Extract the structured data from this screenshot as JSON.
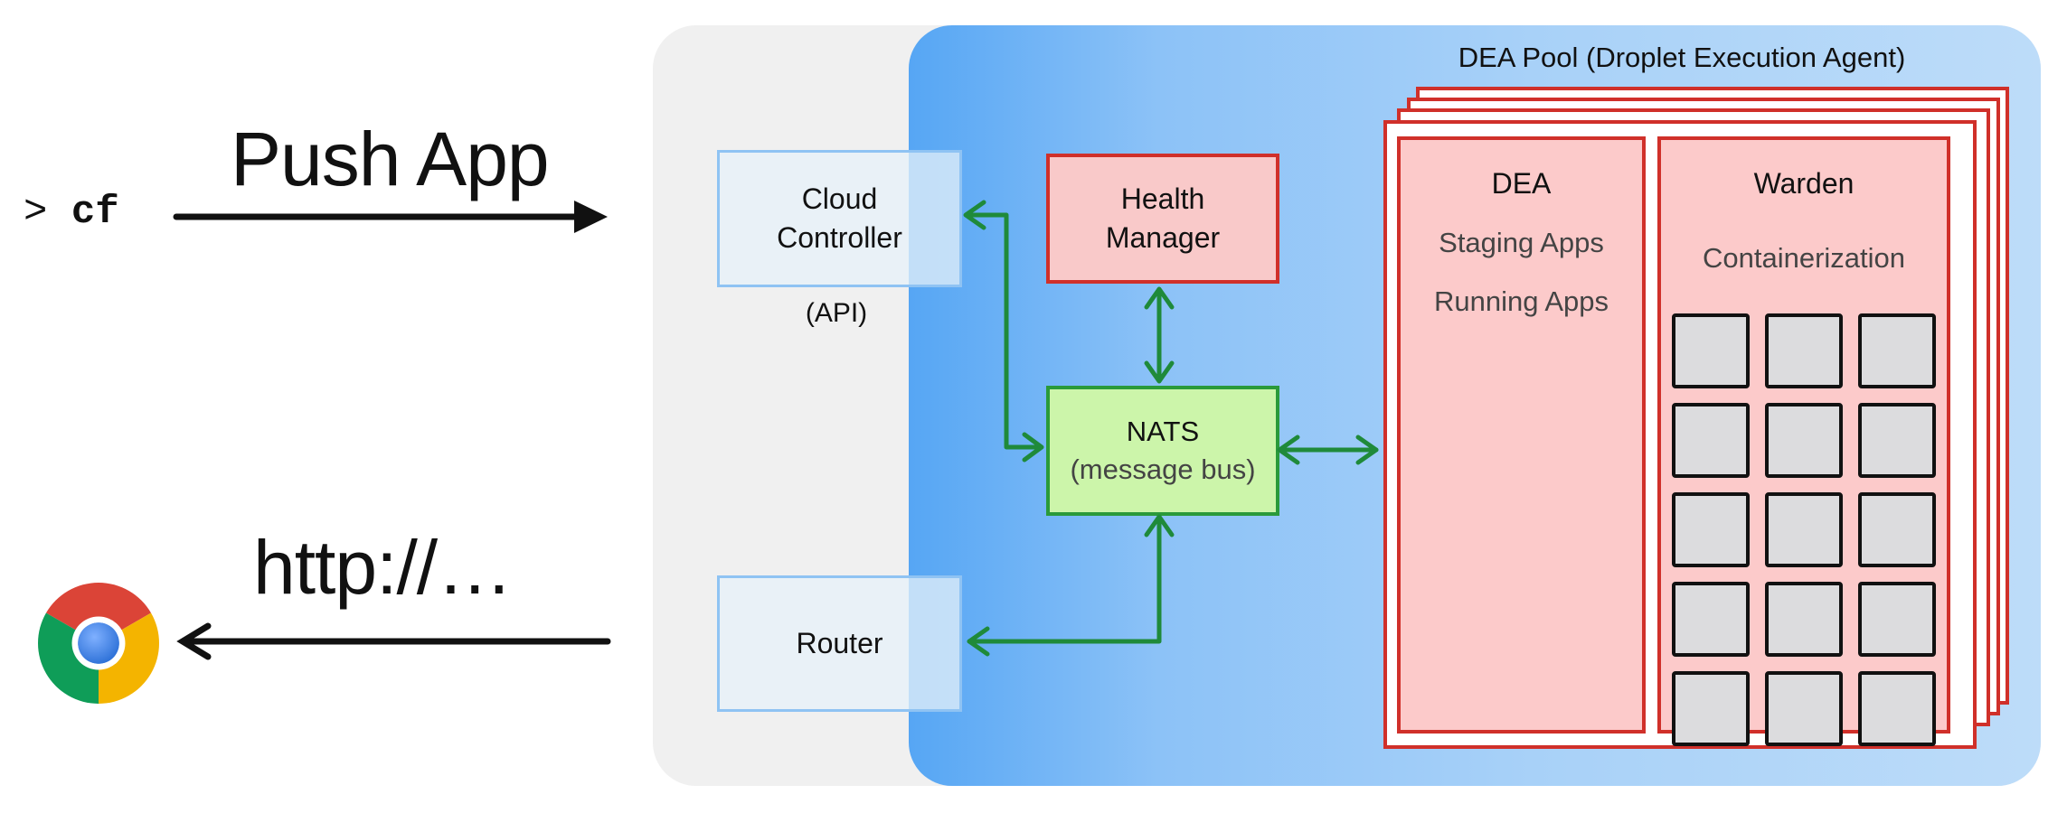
{
  "left": {
    "cli_prompt": ">",
    "cli_command": "cf",
    "push_label": "Push App",
    "http_label": "http://…",
    "browser_icon": "chrome-icon"
  },
  "components": {
    "cloud_controller": "Cloud Controller",
    "cloud_controller_sub": "(API)",
    "router": "Router",
    "health_manager": "Health Manager",
    "nats_title": "NATS",
    "nats_sub": "(message bus)"
  },
  "dea_pool": {
    "title": "DEA Pool (Droplet Execution Agent)",
    "dea": {
      "title": "DEA",
      "items": [
        "Staging Apps",
        "Running Apps"
      ]
    },
    "warden": {
      "title": "Warden",
      "subtitle": "Containerization",
      "container_rows": 5,
      "container_cols": 3
    }
  },
  "colors": {
    "panel_gray": "#f0f0f0",
    "panel_blue": "#8cc2f7",
    "red_border": "#d0302a",
    "red_fill": "#fccaca",
    "green_border": "#2a9a3a",
    "green_fill": "#ccf5aa",
    "arrow_green": "#1f8a3a",
    "container_gray": "#dcdcde"
  }
}
